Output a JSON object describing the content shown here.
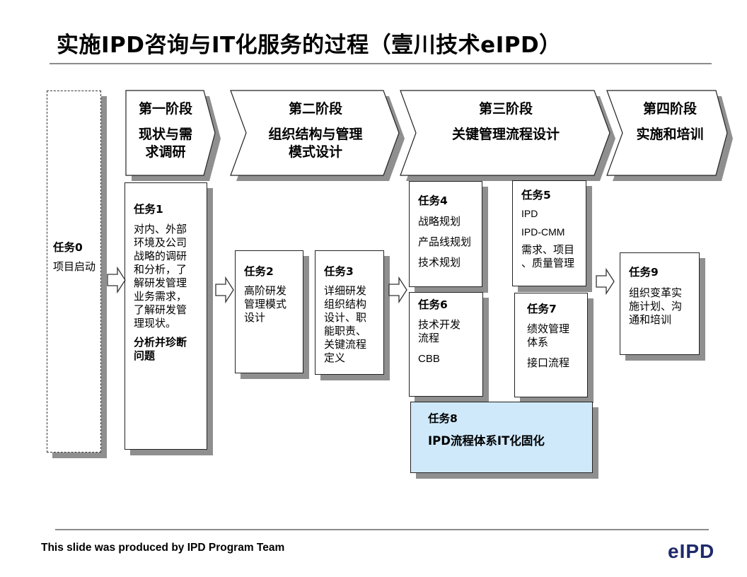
{
  "title": "实施IPD咨询与IT化服务的过程（壹川技术eIPD）",
  "stages": [
    {
      "name": "第一阶段",
      "desc_lines": [
        "现状与需",
        "求调研"
      ]
    },
    {
      "name": "第二阶段",
      "desc_lines": [
        "组织结构与管理",
        "模式设计"
      ]
    },
    {
      "name": "第三阶段",
      "desc_lines": [
        "关键管理流程设计"
      ]
    },
    {
      "name": "第四阶段",
      "desc_lines": [
        "实施和培训"
      ]
    }
  ],
  "tasks": {
    "t0": {
      "title": "任务0",
      "lines": [
        "项目启动"
      ]
    },
    "t1": {
      "title": "任务1",
      "lines": [
        "对内、外部",
        "环境及公司",
        "战略的调研",
        "和分析，了",
        "解研发管理",
        "业务需求，",
        "了解研发管",
        "理现状。"
      ],
      "bold_lines": [
        "分析并珍断",
        "问题"
      ]
    },
    "t2": {
      "title": "任务2",
      "lines": [
        "高阶研发",
        "管理模式",
        "设计"
      ]
    },
    "t3": {
      "title": "任务3",
      "lines": [
        "详细研发",
        "组织结构",
        "设计、职",
        "能职责、",
        "关键流程",
        "定义"
      ]
    },
    "t4": {
      "title": "任务4",
      "lines": [
        "战略规划",
        "产品线规划",
        "技术规划"
      ]
    },
    "t5": {
      "title": "任务5",
      "lines": [
        "IPD",
        "IPD-CMM",
        "需求、项目",
        "、质量管理"
      ]
    },
    "t6": {
      "title": "任务6",
      "lines": [
        "技术开发",
        "流程",
        "CBB"
      ]
    },
    "t7": {
      "title": "任务7",
      "lines": [
        "绩效管理",
        "体系",
        "接口流程"
      ]
    },
    "t8": {
      "title": "任务8",
      "lines": [
        "IPD流程体系IT化固化"
      ]
    },
    "t9": {
      "title": "任务9",
      "lines": [
        "组织变革实",
        "施计划、沟",
        "通和培训"
      ]
    }
  },
  "footer": "This slide was produced by IPD Program Team",
  "logo": "eIPD",
  "colors": {
    "task8_fill": "#cfe9fb",
    "shadow": "#8f8f8f",
    "logo": "#1f2a6b",
    "rule": "#8c8c8c"
  }
}
